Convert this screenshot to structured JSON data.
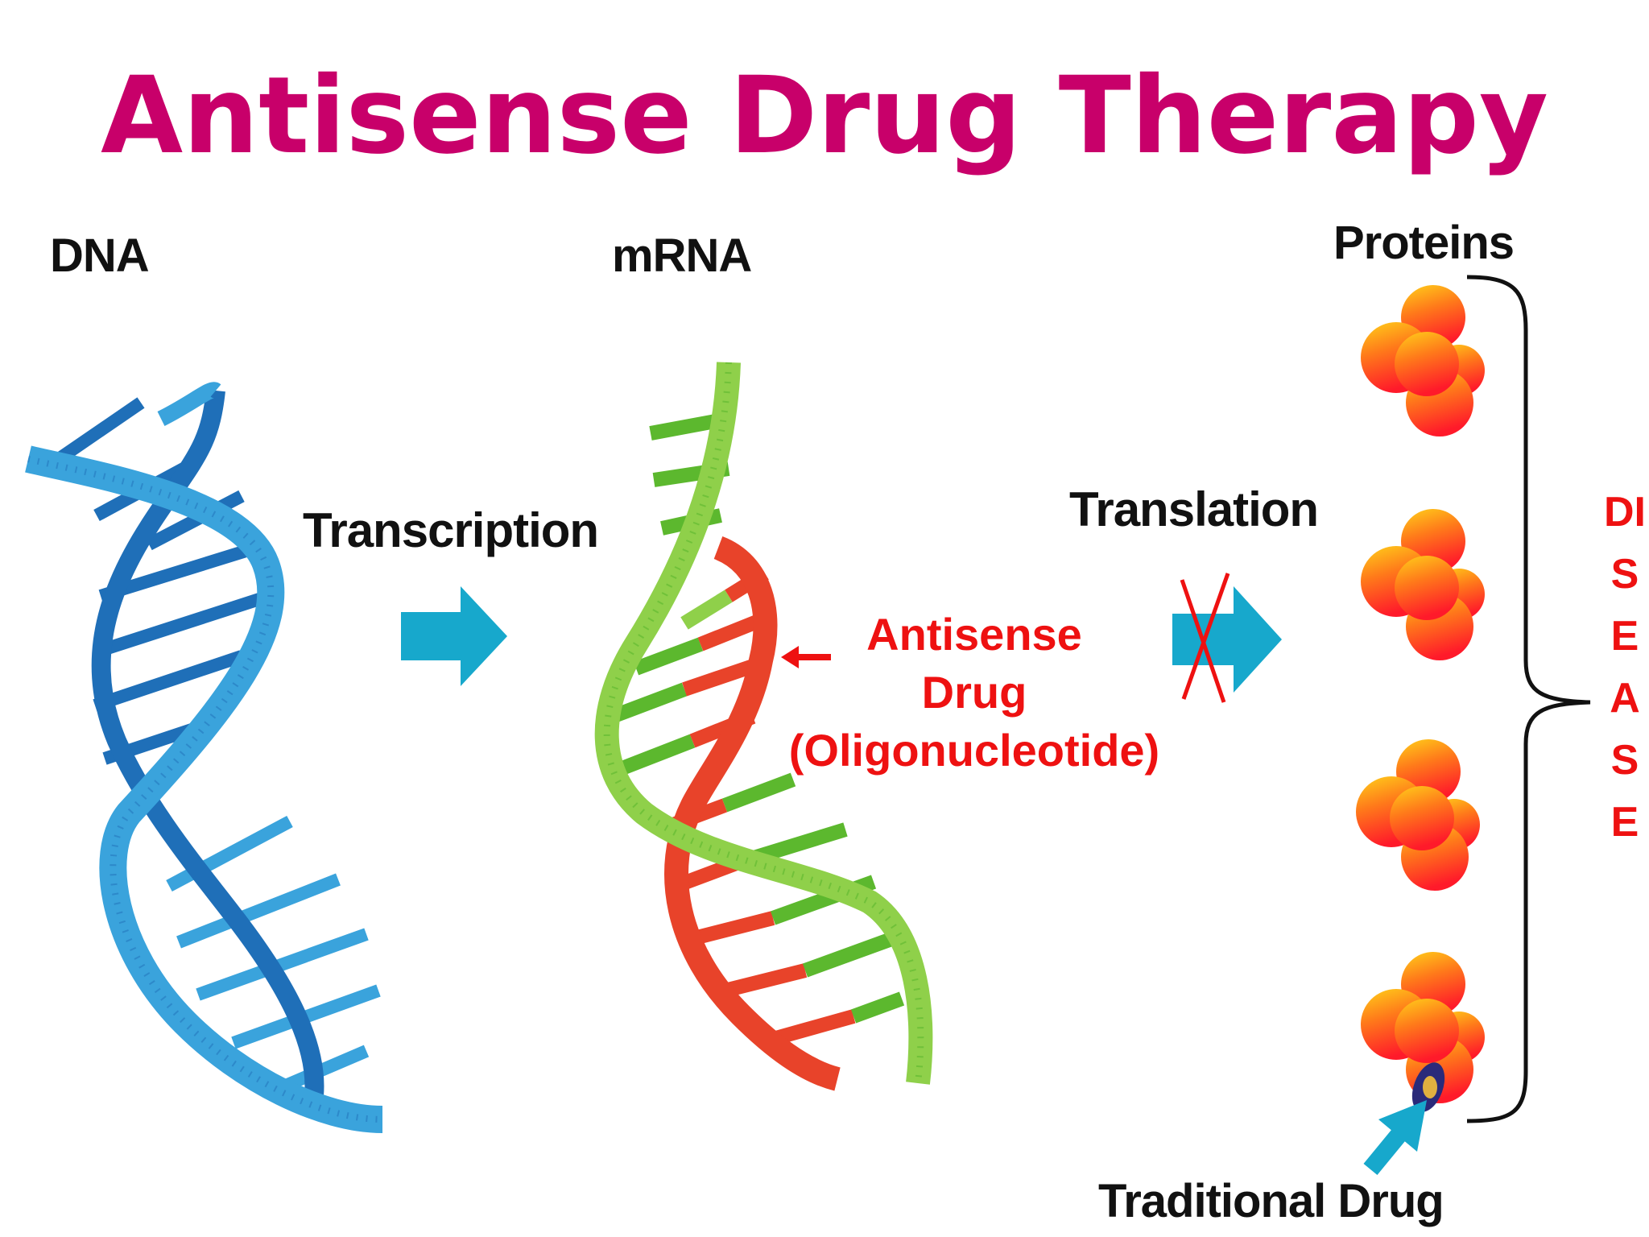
{
  "title": "Antisense Drug Therapy",
  "labels": {
    "dna": "DNA",
    "mrna": "mRNA",
    "proteins": "Proteins",
    "transcription": "Transcription",
    "translation": "Translation",
    "antisense_line1": "Antisense",
    "antisense_line2": "Drug",
    "antisense_line3": "(Oligonucleotide)",
    "traditional_drug": "Traditional Drug",
    "disease": "DISEASE"
  },
  "colors": {
    "title": "#c8006a",
    "label_text": "#111111",
    "antisense_text": "#ee1111",
    "dna_dark": "#1f6fb8",
    "dna_light": "#3aa3dc",
    "mrna_green": "#5cb82e",
    "mrna_light_green": "#8fd04a",
    "antisense_red": "#e8432a",
    "arrow_cyan": "#17a8cc",
    "protein_top": "#ffd21a",
    "protein_bottom": "#ff1a2a"
  },
  "icons": [
    "dna-helix-icon",
    "mrna-helix-icon",
    "protein-icon",
    "arrow-icon",
    "brace-icon",
    "cross-icon",
    "drug-molecule-icon"
  ]
}
